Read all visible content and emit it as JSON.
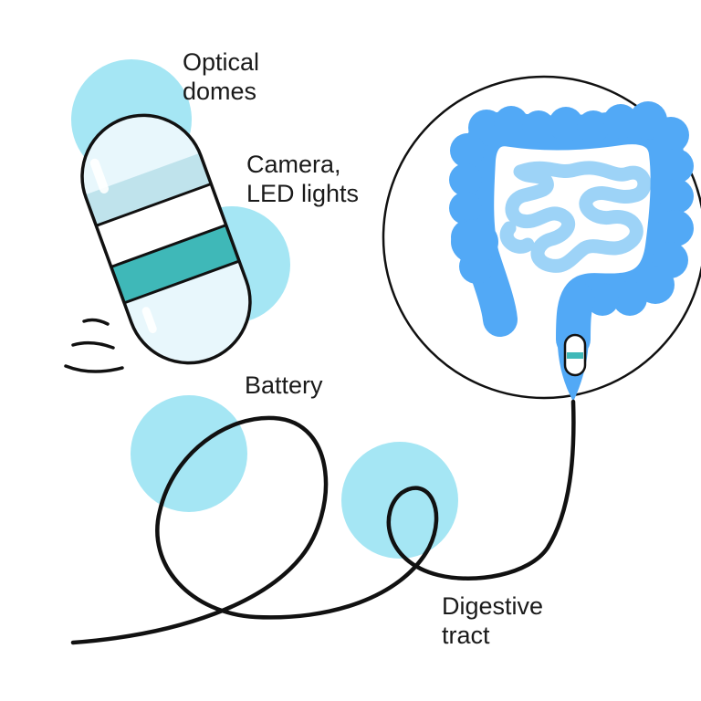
{
  "colors": {
    "bubble": "#a5e6f4",
    "capsule_band": "#3fb8b8",
    "capsule_dome": "#e6f6fb",
    "capsule_tint": "#bfe3ec",
    "colon": "#52a9f6",
    "small_intestine": "#9dd3f7",
    "ink": "#111111"
  },
  "icons": {
    "capsule": "capsule-camera-icon",
    "motion": "motion-lines-icon",
    "intestine": "digestive-tract-icon"
  },
  "labels": {
    "optical_domes": [
      "Optical",
      "domes"
    ],
    "camera_led": [
      "Camera,",
      "LED lights"
    ],
    "battery": [
      "Battery"
    ],
    "digestive_tract": [
      "Digestive",
      "tract"
    ]
  }
}
